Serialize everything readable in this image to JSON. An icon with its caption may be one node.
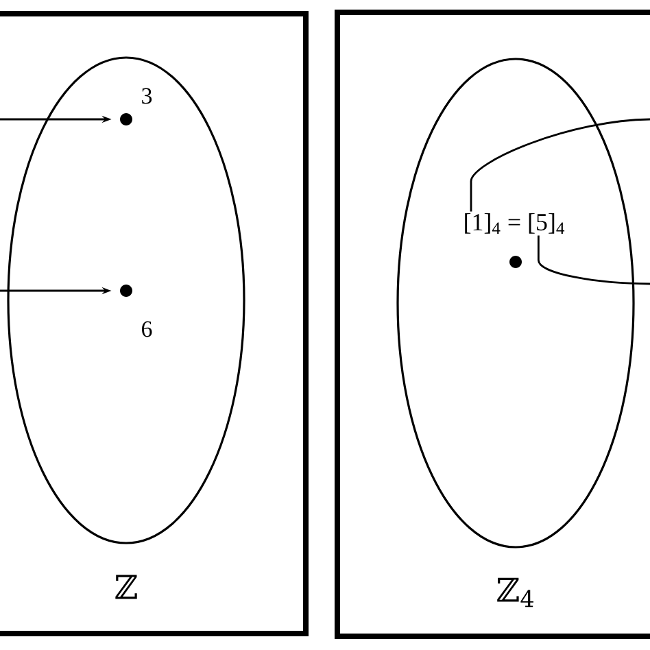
{
  "diagram": {
    "nodes": [
      {
        "text": [],
        "shape": "box"
      },
      {
        "text": [
          "ℤ"
        ],
        "in": 0
      },
      {
        "text": [],
        "shape": "circle",
        "in": 1,
        "beside": [
          "3"
        ]
      },
      {
        "text": [],
        "shape": "circle",
        "in": 1,
        "beside": [
          "6"
        ]
      },
      {
        "text": [],
        "shape": "box"
      },
      {
        "text": [
          "ℤ$_{4}$"
        ],
        "in": 4
      },
      {
        "text": [
          "[1]$_{4}$ = [5]$_{4}$"
        ],
        "in": 5
      },
      {
        "text": [],
        "shape": "circle",
        "in": 5
      }
    ],
    "edges": [
      {
        "from": null,
        "to": 2,
        "arrow": "to"
      },
      {
        "from": null,
        "to": 3,
        "arrow": "to"
      },
      {
        "from": 6,
        "to": null,
        "arrow": "none"
      },
      {
        "from": 6,
        "to": null,
        "arrow": "none"
      }
    ]
  }
}
